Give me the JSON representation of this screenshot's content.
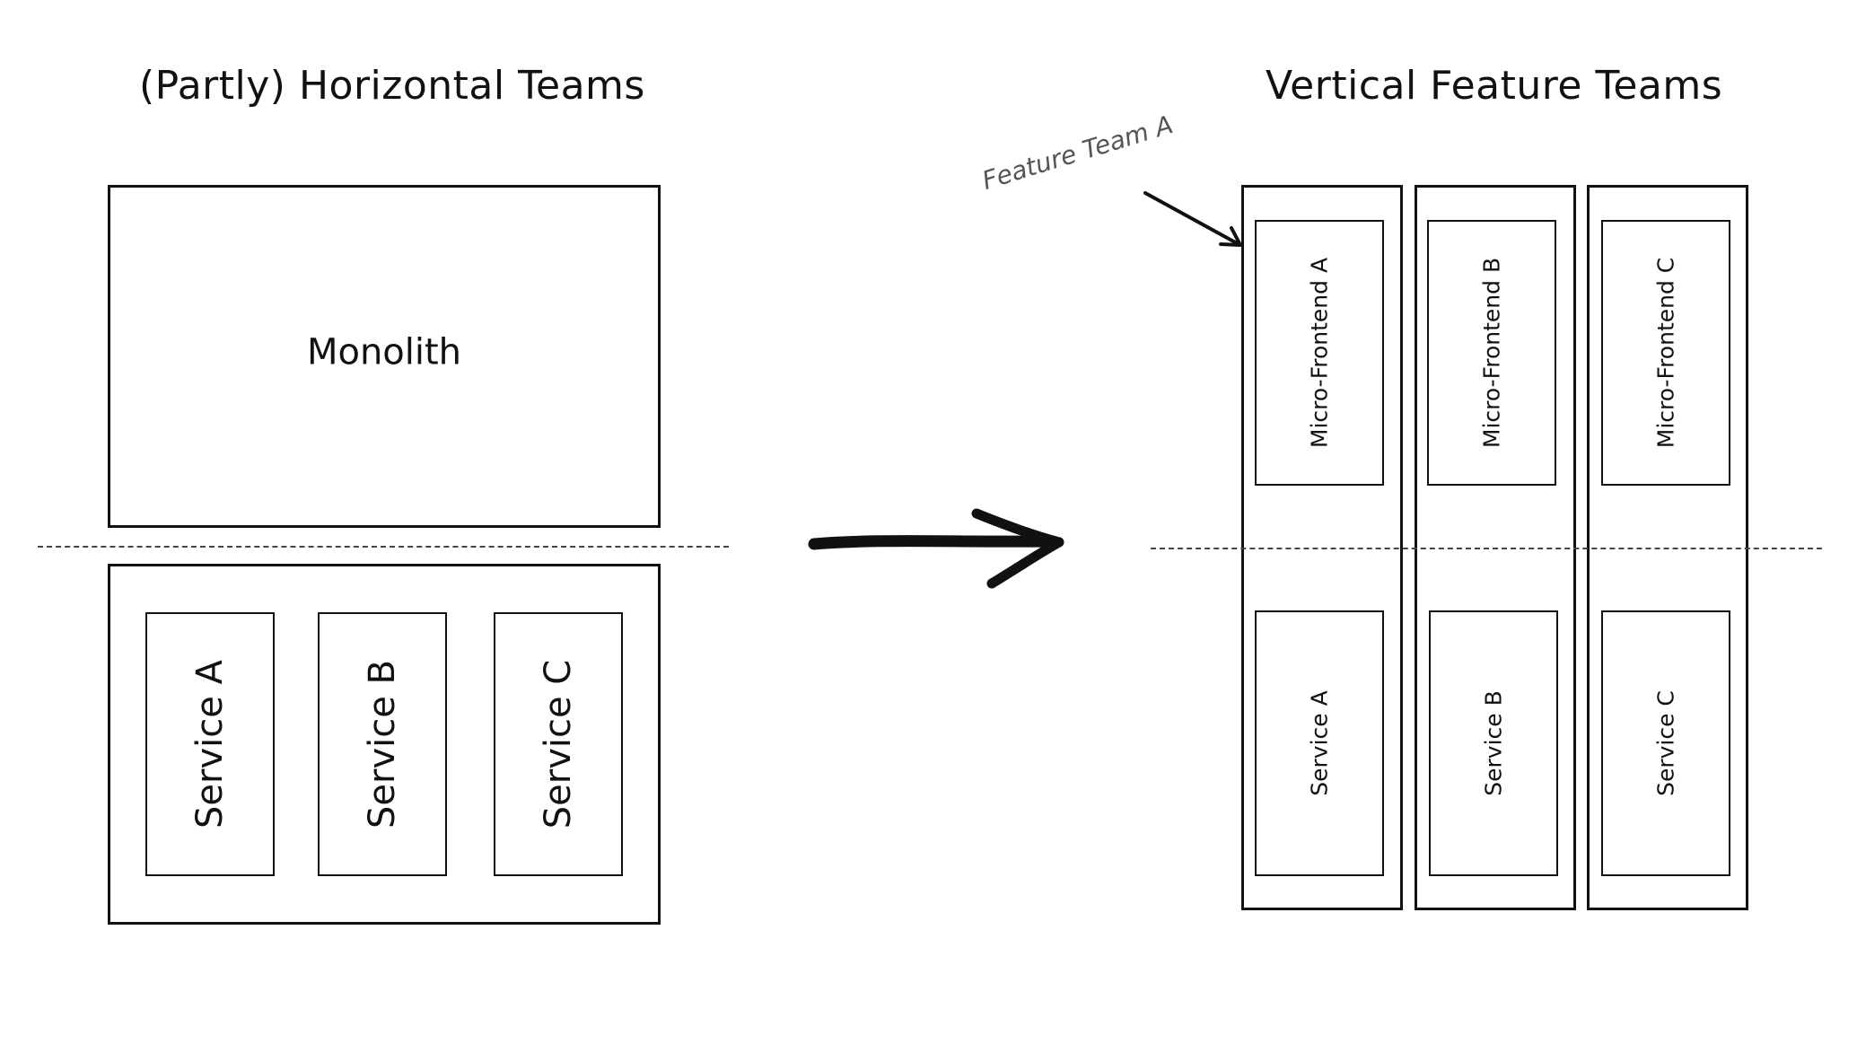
{
  "left": {
    "title": "(Partly) Horizontal Teams",
    "monolith": "Monolith",
    "services": [
      "Service A",
      "Service B",
      "Service C"
    ]
  },
  "right": {
    "title": "Vertical Feature Teams",
    "annotation": "Feature Team A",
    "columns": [
      {
        "frontend": "Micro-Frontend A",
        "service": "Service A"
      },
      {
        "frontend": "Micro-Frontend B",
        "service": "Service B"
      },
      {
        "frontend": "Micro-Frontend C",
        "service": "Service C"
      }
    ]
  }
}
